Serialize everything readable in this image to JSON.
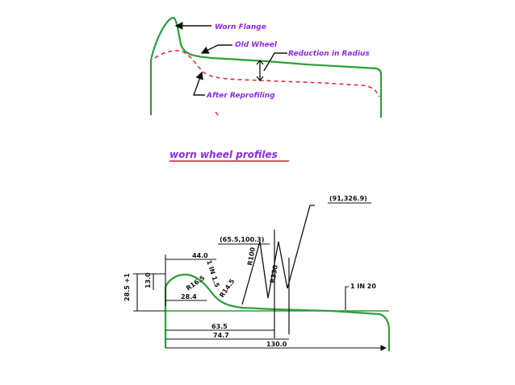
{
  "colors": {
    "profile_green": "#2e9e3a",
    "reprofile_red": "#e0303a",
    "label_purple": "#8a2be2",
    "underline_red": "#e0303a",
    "ink": "#111111"
  },
  "top_diagram": {
    "labels": {
      "worn_flange": "Worn Flange",
      "old_wheel": "Old Wheel",
      "reduction": "Reduction in Radius",
      "after_reprofiling": "After Reprofiling"
    }
  },
  "section_title": "worn wheel profiles",
  "bottom_diagram": {
    "coords_top": "(91,326.9)",
    "coords_mid": "(65.5,100.3)",
    "slope_right": "1 IN 20",
    "slope_left": "1 IN 1.5",
    "dim_44": "44.0",
    "dim_28": "28.4",
    "dim_63": "63.5",
    "dim_74": "74.7",
    "dim_130": "130.0",
    "dim_h_left": "28.5 +1",
    "dim_h_small": "13.0",
    "r100": "R100",
    "r330": "R330",
    "r16": "R16.5",
    "r14": "R14.5"
  }
}
